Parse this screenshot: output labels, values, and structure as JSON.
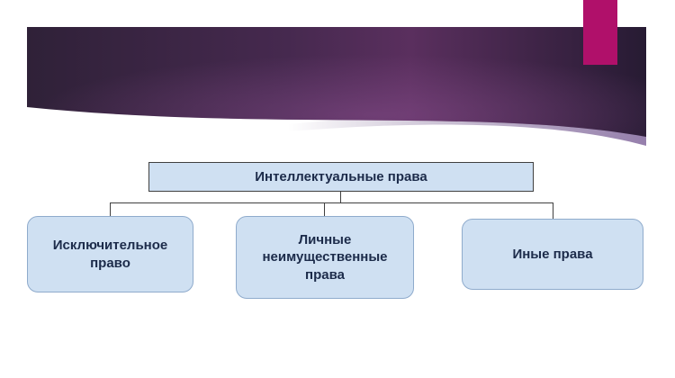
{
  "slide": {
    "background_color": "#ffffff",
    "accent_bar_color": "#b0106a",
    "banner": {
      "description": "dark purple gradient header band with curved bottom edge",
      "color_left": "#2f2138",
      "color_mid": "#5a2f5e",
      "color_right": "#271b33",
      "glow_color": "#8a4f8f",
      "underlay_band_color": "#8a71a3"
    }
  },
  "diagram": {
    "type": "org-chart",
    "root": {
      "label": "Интеллектуальные права"
    },
    "children": [
      {
        "label": "Исключительное право"
      },
      {
        "label": "Личные неимущественные права"
      },
      {
        "label": "Иные права"
      }
    ],
    "box_fill": "#cfe0f2",
    "child_box_border": "#8fabcc",
    "root_box_border": "#404040",
    "connector_color": "#404040",
    "text_color": "#1c2b4a"
  }
}
